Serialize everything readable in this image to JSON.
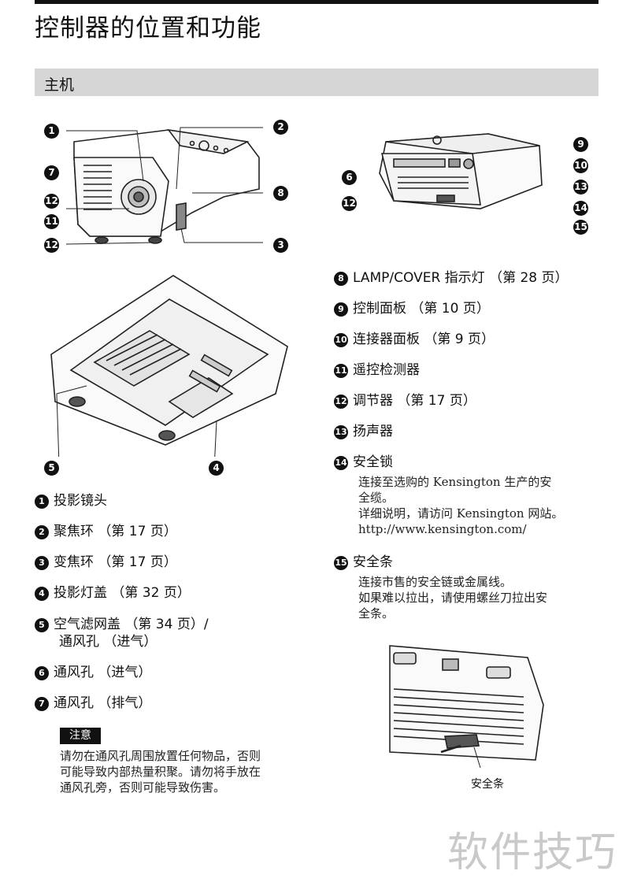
{
  "page": {
    "title": "控制器的位置和功能"
  },
  "section": {
    "title": "主机"
  },
  "left_items": [
    {
      "num": "1",
      "label": "投影镜头"
    },
    {
      "num": "2",
      "label": "聚焦环 （第 17 页）"
    },
    {
      "num": "3",
      "label": "变焦环 （第 17 页）"
    },
    {
      "num": "4",
      "label": "投影灯盖 （第 32 页）"
    },
    {
      "num": "5",
      "label": "空气滤网盖 （第 34 页）/",
      "label2": "通风孔 （进气）"
    },
    {
      "num": "6",
      "label": "通风孔 （进气）"
    },
    {
      "num": "7",
      "label": "通风孔 （排气）"
    }
  ],
  "note": {
    "tag": "注意",
    "lines": [
      "请勿在通风孔周围放置任何物品，否则",
      "可能导致内部热量积聚。请勿将手放在",
      "通风孔旁，否则可能导致伤害。"
    ]
  },
  "right_items": [
    {
      "num": "8",
      "label": "LAMP/COVER 指示灯 （第 28 页）"
    },
    {
      "num": "9",
      "label": "控制面板 （第 10 页）"
    },
    {
      "num": "10",
      "label": "连接器面板 （第 9 页）"
    },
    {
      "num": "11",
      "label": "遥控检测器"
    },
    {
      "num": "12",
      "label": "调节器 （第 17 页）"
    },
    {
      "num": "13",
      "label": "扬声器"
    },
    {
      "num": "14",
      "label": "安全锁",
      "desc": [
        "连接至选购的 Kensington 生产的安",
        "全缆。",
        "详细说明，请访问 Kensington 网站。",
        "http://www.kensington.com/"
      ]
    },
    {
      "num": "15",
      "label": "安全条",
      "desc": [
        "连接市售的安全链或金属线。",
        "如果难以拉出，请使用螺丝刀拉出安",
        "全条。"
      ]
    }
  ],
  "figure_callouts": {
    "front": [
      "1",
      "2",
      "7",
      "8",
      "12",
      "11",
      "12",
      "3"
    ],
    "rear": [
      "9",
      "6",
      "10",
      "12",
      "13",
      "14",
      "15"
    ],
    "bottom": [
      "5",
      "4"
    ]
  },
  "security_figure_label": "安全条",
  "watermark": "软件技巧"
}
